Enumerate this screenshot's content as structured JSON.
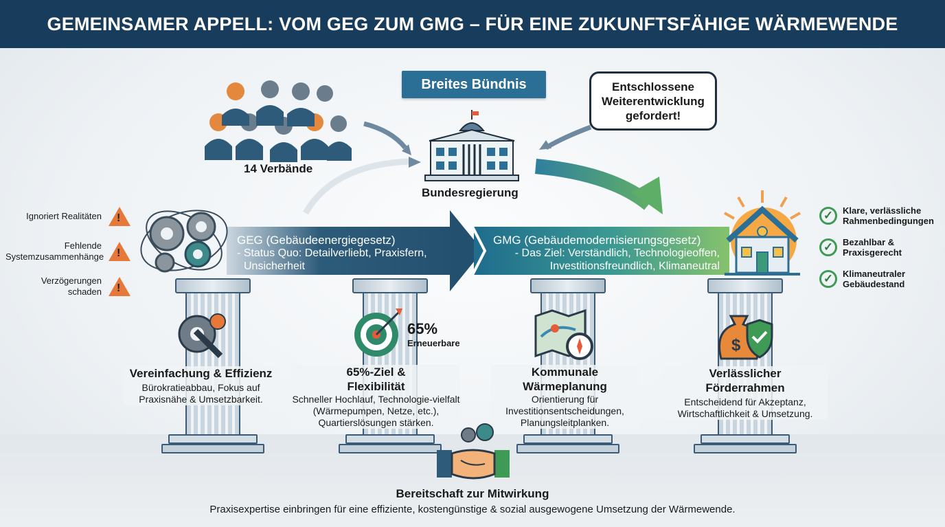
{
  "header": {
    "title": "GEMEINSAMER APPELL: VOM GEG ZUM GMG – FÜR EINE ZUKUNFTSFÄHIGE WÄRMEWENDE"
  },
  "top": {
    "associations_label": "14 Verbände",
    "banner": "Breites Bündnis",
    "government_label": "Bundesregierung",
    "speech_bubble": "Entschlossene Weiterentwicklung gefordert!"
  },
  "problems": [
    {
      "label": "Ignoriert Realitäten",
      "icon": "warning-icon"
    },
    {
      "label": "Fehlende Systemzusammenhänge",
      "icon": "warning-icon"
    },
    {
      "label": "Verzögerungen schaden",
      "icon": "warning-icon"
    }
  ],
  "geg": {
    "title": "GEG (Gebäudeenergiegesetz)",
    "line1": "- Status Quo: Detailverliebt, Praxisfern,",
    "line2": "Unsicherheit"
  },
  "gmg": {
    "title": "GMG (Gebäudemodernisierungsgesetz)",
    "line1": "- Das Ziel: Verständlich, Technologieoffen,",
    "line2": "Investitionsfreundlich, Klimaneutral"
  },
  "goals": [
    {
      "label": "Klare, verlässliche Rahmenbedingungen"
    },
    {
      "label": "Bezahlbar & Praxisgerecht"
    },
    {
      "label": "Klimaneutraler Gebäudestand"
    }
  ],
  "pillars": [
    {
      "title": "Vereinfachung & Effizienz",
      "desc": "Bürokratieabbau, Fokus auf Praxisnähe & Umsetzbarkeit."
    },
    {
      "title": "65%-Ziel & Flexibilität",
      "desc": "Schneller Hochlauf, Technologie-vielfalt (Wärmepumpen, Netze, etc.), Quartierslösungen stärken.",
      "badge_value": "65%",
      "badge_label": "Erneuerbare"
    },
    {
      "title": "Kommunale Wärmeplanung",
      "desc": "Orientierung für Investitionsentscheidungen, Planungsleitplanken."
    },
    {
      "title": "Verlässlicher Förderrahmen",
      "desc": "Entscheidend für Akzeptanz, Wirtschaftlichkeit & Umsetzung."
    }
  ],
  "footer": {
    "title": "Bereitschaft zur Mitwirkung",
    "desc": "Praxisexpertise einbringen für eine effiziente, kostengünstige & sozial ausgewogene Umsetzung der Wärmewende."
  },
  "colors": {
    "header": "#173c5c",
    "warning": "#e6793a",
    "check": "#3f9a55",
    "geg": "#23506e",
    "gmg_start": "#1f6c8d",
    "gmg_end": "#86c26c"
  }
}
